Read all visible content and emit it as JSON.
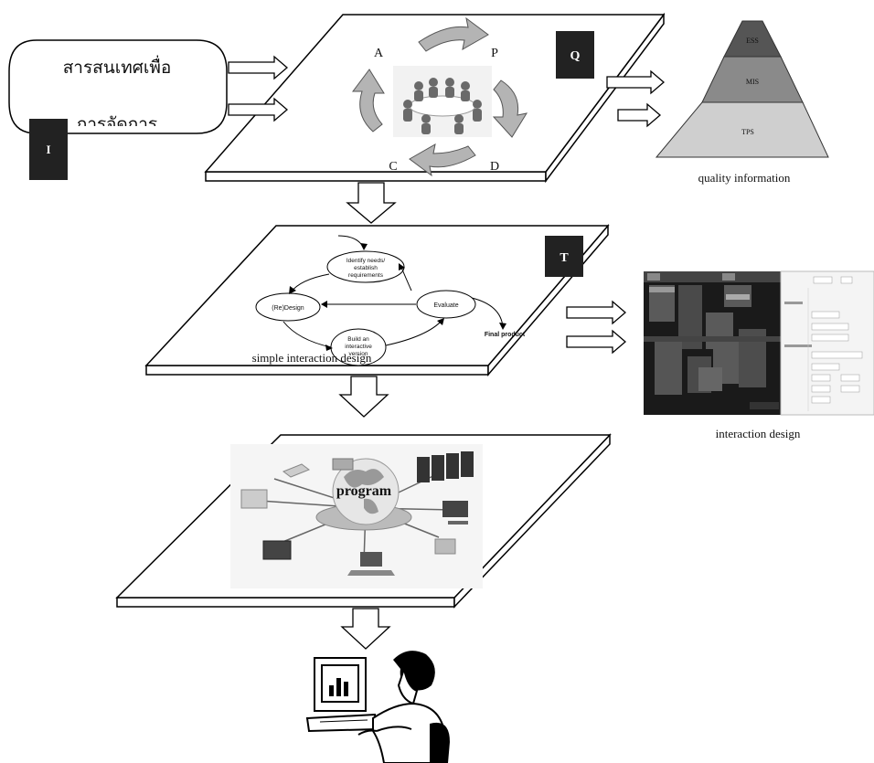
{
  "input_box": {
    "text_line1": "สารสนเทศเพื่อ",
    "text_line2": "การจัดการ"
  },
  "tags": {
    "i": "I",
    "q": "Q",
    "t": "T"
  },
  "pdca": {
    "p": "P",
    "d": "D",
    "c": "C",
    "a": "A"
  },
  "pyramid": {
    "top": "ESS",
    "middle": "MIS",
    "bottom": "TPS",
    "caption": "quality information"
  },
  "cycle": {
    "identify": [
      "Identify needs/",
      "establish",
      "requirements"
    ],
    "redesign": "(Re)Design",
    "evaluate": "Evaluate",
    "build": [
      "Build an",
      "interactive",
      "version"
    ],
    "final": "Final product",
    "caption": "simple interaction design"
  },
  "interaction_caption": "interaction design",
  "program_label": "program",
  "colors": {
    "tag_bg": "#222222",
    "arrow_gray": "#b4b4b4",
    "ess": "#555555",
    "mis": "#8a8a8a",
    "tps": "#cfcfcf"
  }
}
